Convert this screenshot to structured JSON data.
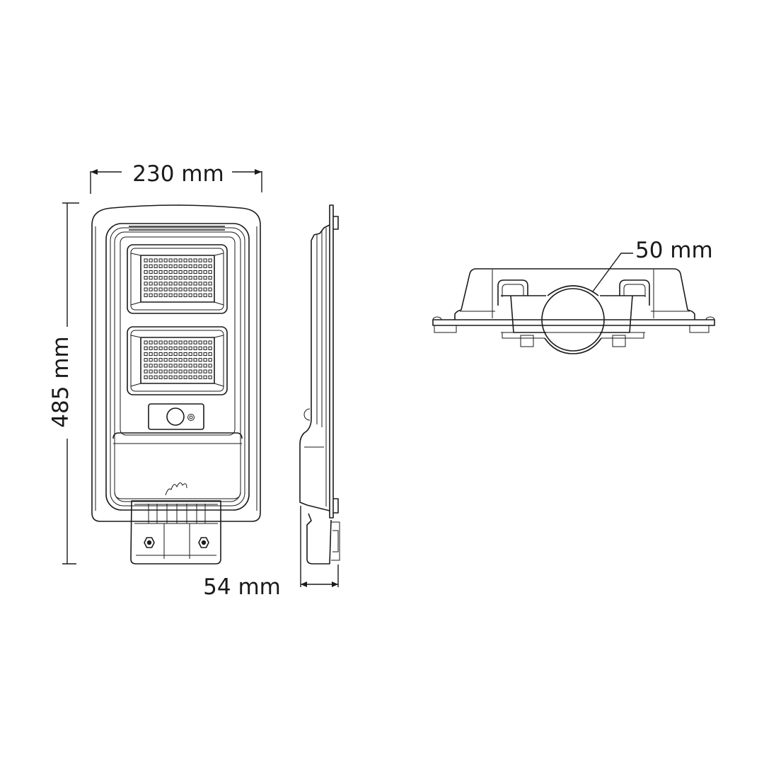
{
  "dimensions": {
    "width": "230 mm",
    "height": "485 mm",
    "depth": "54 mm",
    "pole_diameter": "50 mm"
  },
  "led_grid": {
    "rows": 7,
    "cols": 14
  },
  "colors": {
    "line": "#1a1a1a",
    "background": "#ffffff"
  }
}
